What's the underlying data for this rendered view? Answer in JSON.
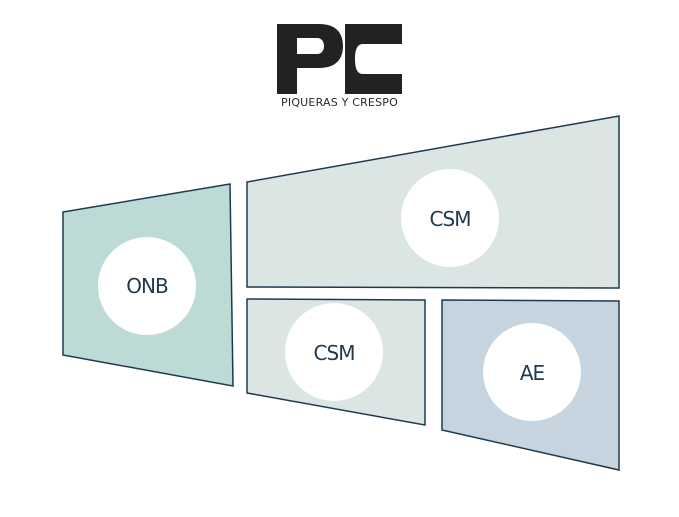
{
  "logo": {
    "mark_letters": "PC",
    "name": "PIQUERAS Y CRESPO"
  },
  "tiles": [
    {
      "id": "onb",
      "label": "ONB",
      "fill": "#bddbd6"
    },
    {
      "id": "csm-large",
      "label": "CSM",
      "fill": "#dbe6e4"
    },
    {
      "id": "csm-small",
      "label": "CSM",
      "fill": "#dbe6e4"
    },
    {
      "id": "ae",
      "label": "AE",
      "fill": "#c5d4de"
    }
  ],
  "colors": {
    "outline": "#1f3a4f",
    "circle": "#ffffff",
    "logo": "#222222"
  }
}
